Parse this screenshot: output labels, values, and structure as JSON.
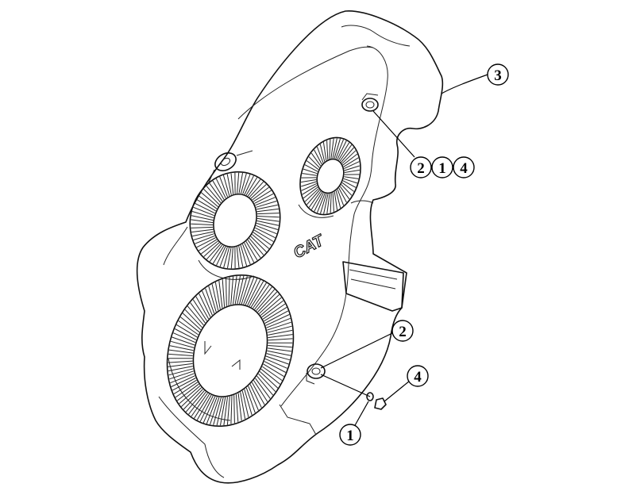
{
  "diagram": {
    "logo_text": "CAT",
    "callouts": [
      {
        "id": "c-top-3",
        "label": "3"
      },
      {
        "id": "c-mid-2",
        "label": "2"
      },
      {
        "id": "c-mid-1",
        "label": "1"
      },
      {
        "id": "c-mid-4",
        "label": "4"
      },
      {
        "id": "c-low-2",
        "label": "2"
      },
      {
        "id": "c-low-4",
        "label": "4"
      },
      {
        "id": "c-low-1",
        "label": "1"
      }
    ]
  },
  "colors": {
    "line": "#111111",
    "background": "#ffffff"
  }
}
